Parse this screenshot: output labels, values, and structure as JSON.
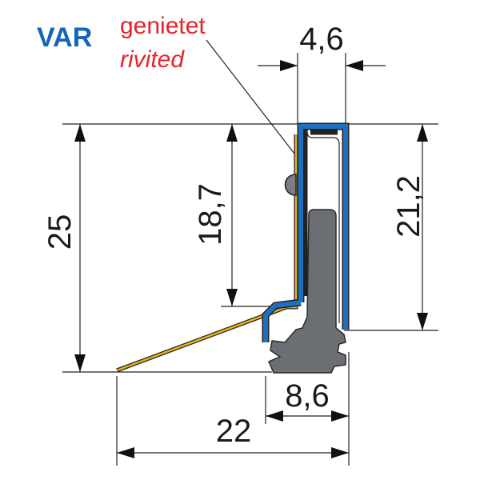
{
  "title": "VAR",
  "label_de": "genietet",
  "label_en": "rivited",
  "colors": {
    "title": "#1565b8",
    "label": "#e8232a",
    "profile_blue": "#1f6fc0",
    "gasket_gray": "#6b6f73",
    "strip_yellow": "#e6b21e"
  },
  "dimensions": {
    "top_width": "4,6",
    "total_height": "25",
    "inner_height": "18,7",
    "right_height": "21,2",
    "bottom_width": "8,6",
    "total_width": "22"
  }
}
